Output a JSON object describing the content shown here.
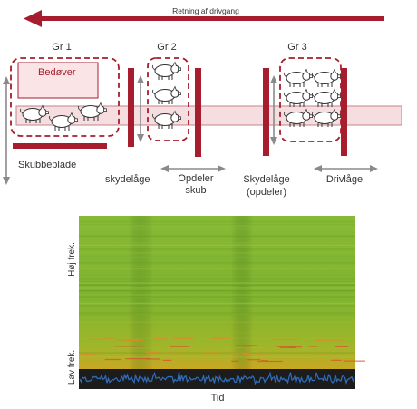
{
  "diagram": {
    "direction_label": "Retning af drivgang",
    "groups": [
      "Gr 1",
      "Gr 2",
      "Gr 3"
    ],
    "stun_box_label": "Bedøver",
    "labels": {
      "push_plate": "Skubbeplade",
      "sliding_gate": "skydelåge",
      "divider_push_line1": "Opdeler",
      "divider_push_line2": "skub",
      "sliding_gate_div_line1": "Skydelåge",
      "sliding_gate_div_line2": "(opdeler)",
      "drive_gate": "Drivlåge"
    },
    "colors": {
      "maroon": "#a61e2d",
      "beam_fill": "#f6dde0",
      "stun_fill": "#fbe4e5",
      "arrow_grey": "#8a8a8a"
    }
  },
  "spectrogram": {
    "y_high": "Høj frek.",
    "y_low": "Lav frek.",
    "x_label": "Tid",
    "colors": {
      "high": "#7cb333",
      "low": "#c8b220",
      "waveform": "#2f6fc0",
      "base": "#1c1c1c"
    }
  }
}
